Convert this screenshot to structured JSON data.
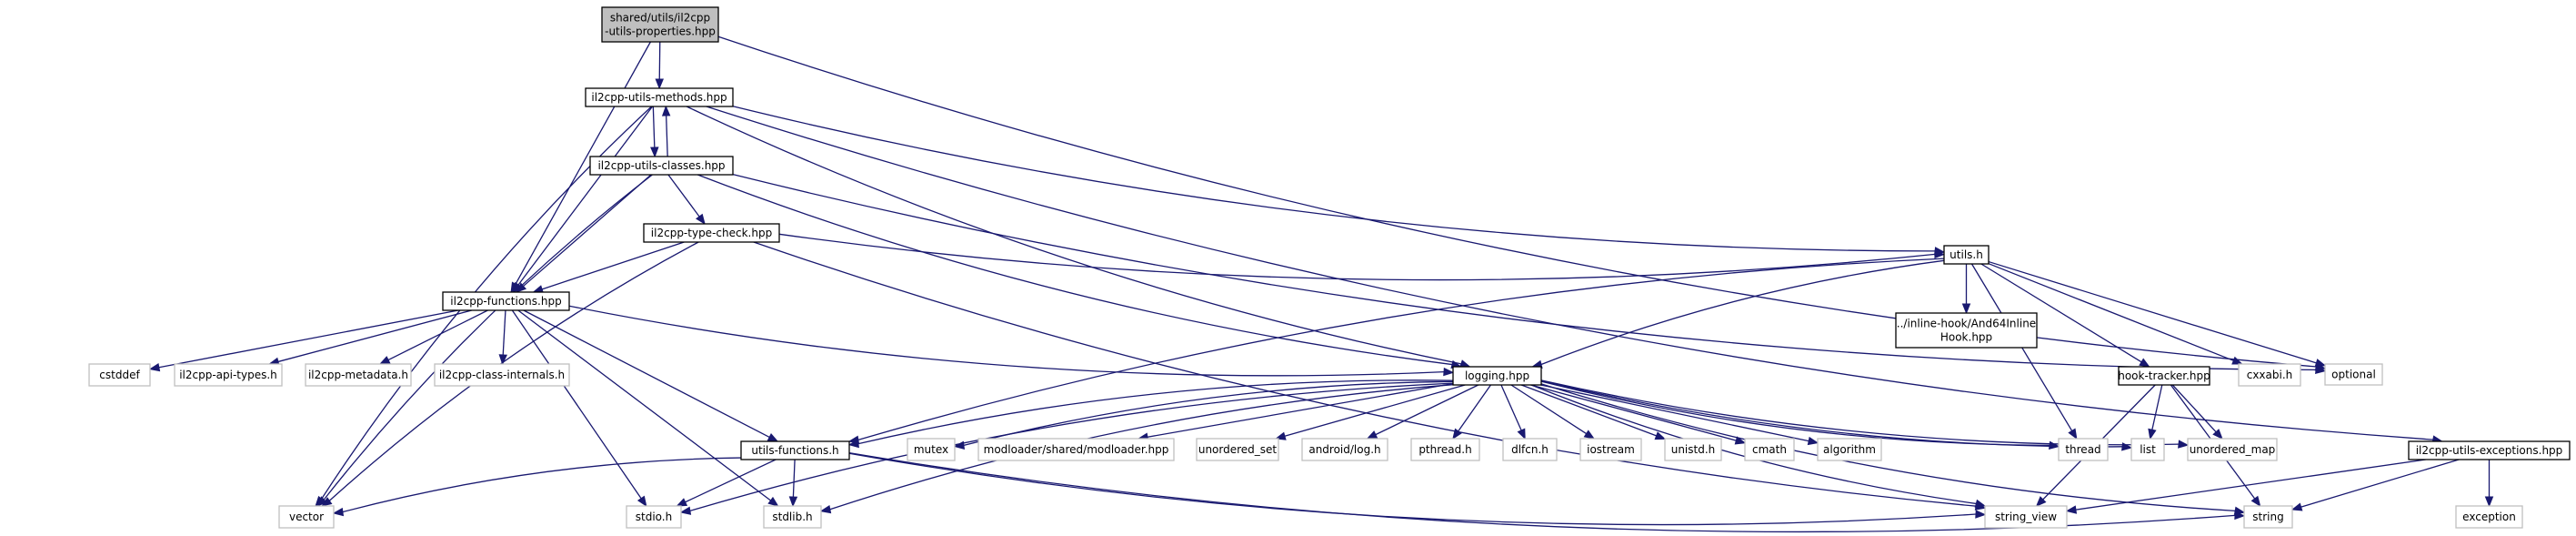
{
  "graph": {
    "nodes": [
      {
        "id": "root",
        "lines": [
          "shared/utils/il2cpp",
          "-utils-properties.hpp"
        ],
        "kind": "root"
      },
      {
        "id": "methods",
        "lines": [
          "il2cpp-utils-methods.hpp"
        ],
        "kind": "local"
      },
      {
        "id": "classes",
        "lines": [
          "il2cpp-utils-classes.hpp"
        ],
        "kind": "local"
      },
      {
        "id": "typecheck",
        "lines": [
          "il2cpp-type-check.hpp"
        ],
        "kind": "local"
      },
      {
        "id": "functions",
        "lines": [
          "il2cpp-functions.hpp"
        ],
        "kind": "local"
      },
      {
        "id": "utilsh",
        "lines": [
          "utils.h"
        ],
        "kind": "local"
      },
      {
        "id": "logging",
        "lines": [
          "logging.hpp"
        ],
        "kind": "local"
      },
      {
        "id": "utilsfunctions",
        "lines": [
          "utils-functions.h"
        ],
        "kind": "local"
      },
      {
        "id": "inlinehook",
        "lines": [
          "../inline-hook/And64Inline",
          "Hook.hpp"
        ],
        "kind": "local"
      },
      {
        "id": "hooktracker",
        "lines": [
          "hook-tracker.hpp"
        ],
        "kind": "local"
      },
      {
        "id": "exceptions",
        "lines": [
          "il2cpp-utils-exceptions.hpp"
        ],
        "kind": "local"
      },
      {
        "id": "optional",
        "lines": [
          "optional"
        ],
        "kind": "ext"
      },
      {
        "id": "vector",
        "lines": [
          "vector"
        ],
        "kind": "ext"
      },
      {
        "id": "cstddef",
        "lines": [
          "cstddef"
        ],
        "kind": "ext"
      },
      {
        "id": "apitypes",
        "lines": [
          "il2cpp-api-types.h"
        ],
        "kind": "ext"
      },
      {
        "id": "metadata",
        "lines": [
          "il2cpp-metadata.h"
        ],
        "kind": "ext"
      },
      {
        "id": "classinternals",
        "lines": [
          "il2cpp-class-internals.h"
        ],
        "kind": "ext"
      },
      {
        "id": "stdio",
        "lines": [
          "stdio.h"
        ],
        "kind": "ext"
      },
      {
        "id": "stdlib",
        "lines": [
          "stdlib.h"
        ],
        "kind": "ext"
      },
      {
        "id": "mutex",
        "lines": [
          "mutex"
        ],
        "kind": "ext"
      },
      {
        "id": "modloader",
        "lines": [
          "modloader/shared/modloader.hpp"
        ],
        "kind": "ext"
      },
      {
        "id": "unorderedset",
        "lines": [
          "unordered_set"
        ],
        "kind": "ext"
      },
      {
        "id": "androidlog",
        "lines": [
          "android/log.h"
        ],
        "kind": "ext"
      },
      {
        "id": "pthread",
        "lines": [
          "pthread.h"
        ],
        "kind": "ext"
      },
      {
        "id": "dlfcn",
        "lines": [
          "dlfcn.h"
        ],
        "kind": "ext"
      },
      {
        "id": "iostream",
        "lines": [
          "iostream"
        ],
        "kind": "ext"
      },
      {
        "id": "unistd",
        "lines": [
          "unistd.h"
        ],
        "kind": "ext"
      },
      {
        "id": "cmath",
        "lines": [
          "cmath"
        ],
        "kind": "ext"
      },
      {
        "id": "algorithm",
        "lines": [
          "algorithm"
        ],
        "kind": "ext"
      },
      {
        "id": "thread",
        "lines": [
          "thread"
        ],
        "kind": "ext"
      },
      {
        "id": "list",
        "lines": [
          "list"
        ],
        "kind": "ext"
      },
      {
        "id": "unorderedmap",
        "lines": [
          "unordered_map"
        ],
        "kind": "ext"
      },
      {
        "id": "cxxabi",
        "lines": [
          "cxxabi.h"
        ],
        "kind": "ext"
      },
      {
        "id": "stringview",
        "lines": [
          "string_view"
        ],
        "kind": "ext"
      },
      {
        "id": "string",
        "lines": [
          "string"
        ],
        "kind": "ext"
      },
      {
        "id": "exception",
        "lines": [
          "exception"
        ],
        "kind": "ext"
      }
    ],
    "edges": [
      [
        "root",
        "methods"
      ],
      [
        "root",
        "functions"
      ],
      [
        "root",
        "optional"
      ],
      [
        "methods",
        "classes"
      ],
      [
        "methods",
        "functions"
      ],
      [
        "methods",
        "vector"
      ],
      [
        "methods",
        "logging"
      ],
      [
        "methods",
        "utilsh"
      ],
      [
        "methods",
        "exceptions"
      ],
      [
        "classes",
        "methods"
      ],
      [
        "classes",
        "functions"
      ],
      [
        "classes",
        "typecheck"
      ],
      [
        "classes",
        "vector"
      ],
      [
        "classes",
        "logging"
      ],
      [
        "classes",
        "optional"
      ],
      [
        "typecheck",
        "functions"
      ],
      [
        "typecheck",
        "vector"
      ],
      [
        "typecheck",
        "utilsh"
      ],
      [
        "typecheck",
        "stringview"
      ],
      [
        "functions",
        "cstddef"
      ],
      [
        "functions",
        "apitypes"
      ],
      [
        "functions",
        "metadata"
      ],
      [
        "functions",
        "classinternals"
      ],
      [
        "functions",
        "stdio"
      ],
      [
        "functions",
        "stdlib"
      ],
      [
        "functions",
        "logging"
      ],
      [
        "functions",
        "utilsfunctions"
      ],
      [
        "utilsh",
        "logging"
      ],
      [
        "utilsh",
        "utilsfunctions"
      ],
      [
        "utilsh",
        "inlinehook"
      ],
      [
        "utilsh",
        "hooktracker"
      ],
      [
        "utilsh",
        "cxxabi"
      ],
      [
        "utilsh",
        "optional"
      ],
      [
        "utilsh",
        "thread"
      ],
      [
        "logging",
        "utilsfunctions"
      ],
      [
        "logging",
        "stdio"
      ],
      [
        "logging",
        "stdlib"
      ],
      [
        "logging",
        "mutex"
      ],
      [
        "logging",
        "modloader"
      ],
      [
        "logging",
        "unorderedset"
      ],
      [
        "logging",
        "androidlog"
      ],
      [
        "logging",
        "pthread"
      ],
      [
        "logging",
        "dlfcn"
      ],
      [
        "logging",
        "iostream"
      ],
      [
        "logging",
        "unistd"
      ],
      [
        "logging",
        "cmath"
      ],
      [
        "logging",
        "algorithm"
      ],
      [
        "logging",
        "thread"
      ],
      [
        "logging",
        "list"
      ],
      [
        "logging",
        "unorderedmap"
      ],
      [
        "logging",
        "stringview"
      ],
      [
        "logging",
        "string"
      ],
      [
        "utilsfunctions",
        "vector"
      ],
      [
        "utilsfunctions",
        "stdio"
      ],
      [
        "utilsfunctions",
        "stdlib"
      ],
      [
        "utilsfunctions",
        "stringview"
      ],
      [
        "utilsfunctions",
        "string"
      ],
      [
        "hooktracker",
        "list"
      ],
      [
        "hooktracker",
        "unorderedmap"
      ],
      [
        "hooktracker",
        "stringview"
      ],
      [
        "hooktracker",
        "string"
      ],
      [
        "exceptions",
        "stringview"
      ],
      [
        "exceptions",
        "string"
      ],
      [
        "exceptions",
        "exception"
      ]
    ]
  },
  "colors": {
    "edge": "#191970",
    "root_fill": "#bfbfbf",
    "local_border": "#000000",
    "external_border": "#bfbfbf"
  }
}
